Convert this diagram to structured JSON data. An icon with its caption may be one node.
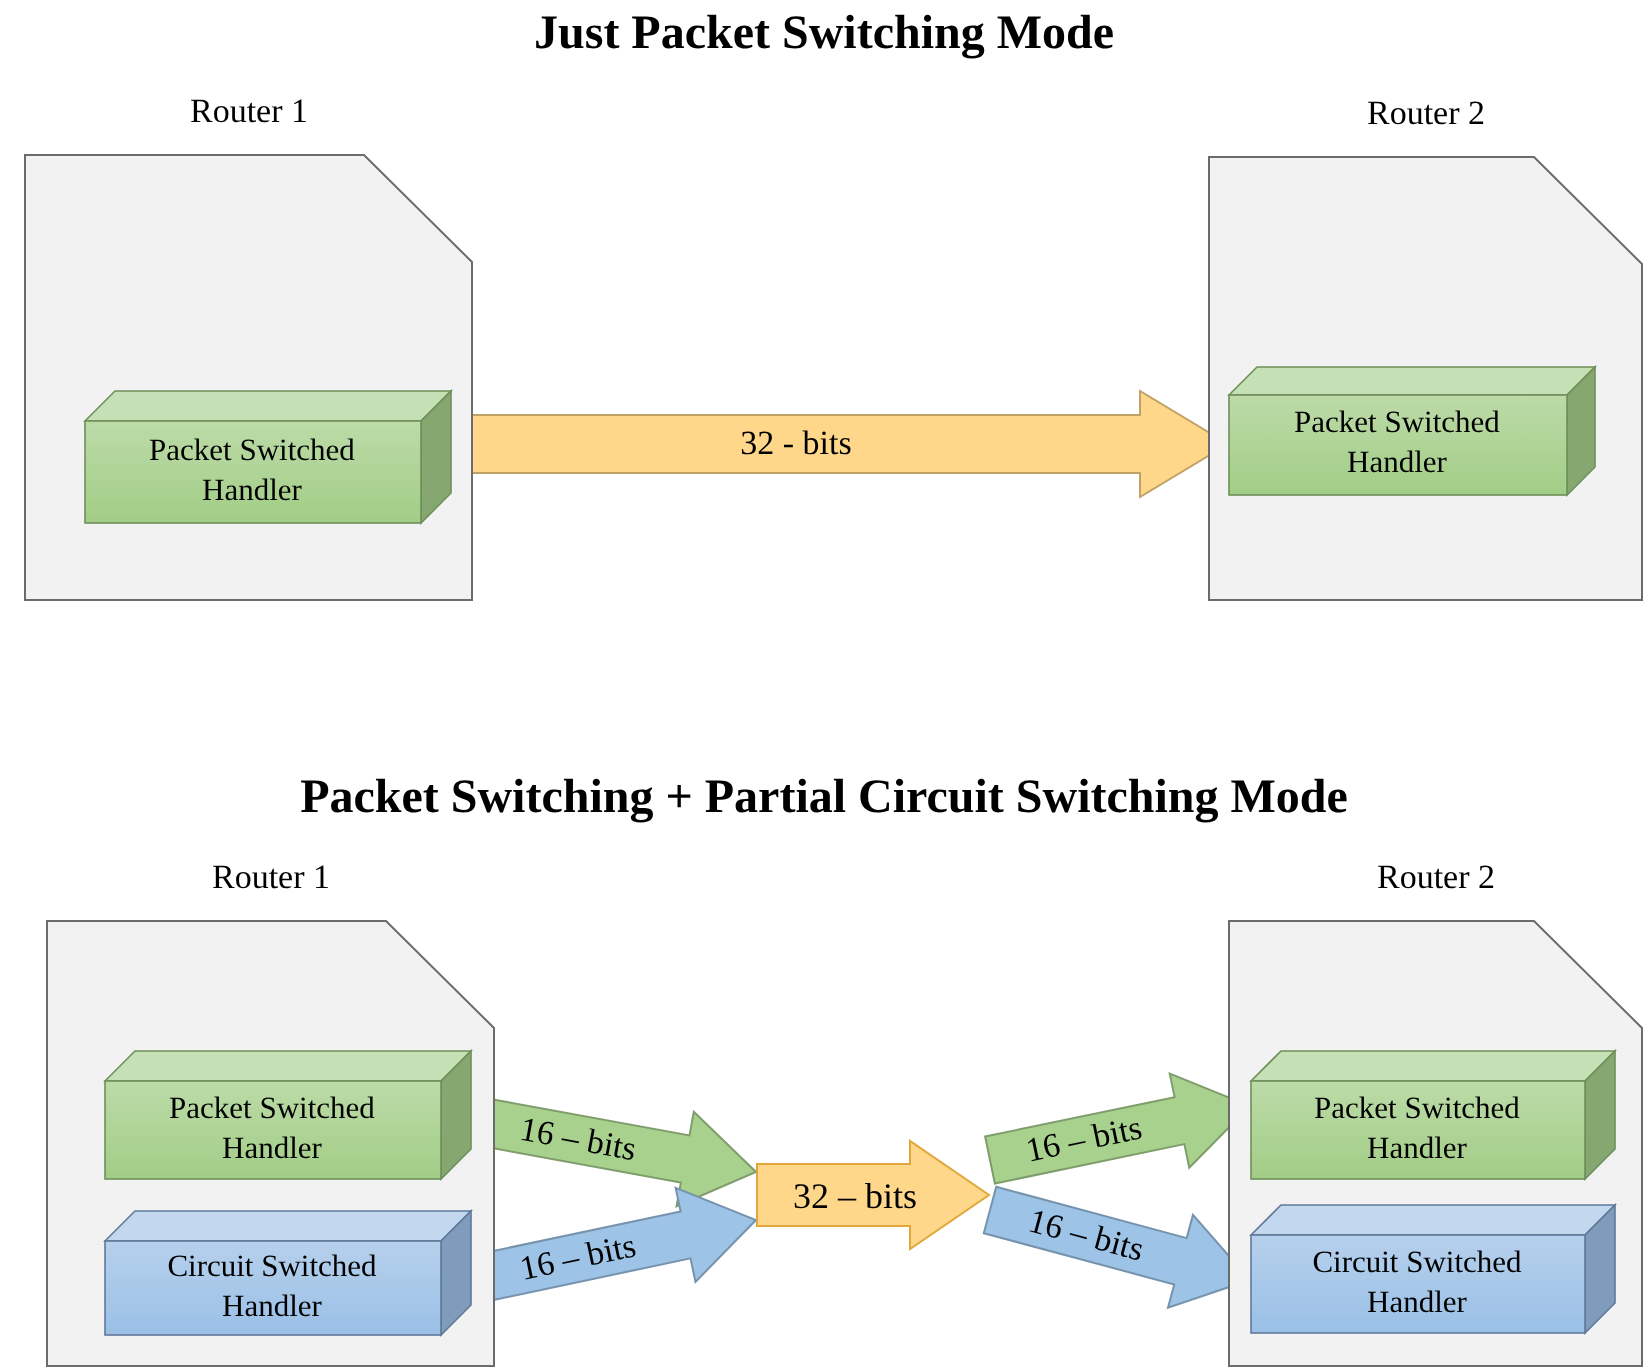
{
  "diagram": {
    "title": "Just Packet Switching Mode",
    "nodes": [
      {
        "text": [
          "Router 1"
        ]
      },
      {
        "text": [
          "Packet Switched Handler"
        ],
        "in": 0
      },
      {
        "text": [
          "Router 2"
        ]
      },
      {
        "text": [
          "Packet Switched Handler"
        ],
        "in": 2
      },
      {
        "text": [
          "Router 1"
        ]
      },
      {
        "text": [
          "Packet Switched Handler"
        ],
        "in": 4
      },
      {
        "text": [
          "Circuit Switched Handler"
        ],
        "in": 4
      },
      {
        "text": [
          "32 – bits"
        ]
      },
      {
        "text": [
          "Router 2"
        ]
      },
      {
        "text": [
          "Packet Switched Handler"
        ],
        "in": 8
      },
      {
        "text": [
          "Circuit Switched Handler"
        ],
        "in": 8
      }
    ],
    "edges": [
      {
        "from": 1,
        "to": 3,
        "arrow": "to",
        "label": "32 - bits",
        "style": "thick",
        "color": "#ffd78a"
      },
      {
        "from": 5,
        "to": 7,
        "arrow": "to",
        "label": "16 – bits",
        "style": "thick",
        "color": "#a9d18e"
      },
      {
        "from": 6,
        "to": 7,
        "arrow": "to",
        "label": "16 – bits",
        "style": "thick",
        "color": "#9dc3e6"
      },
      {
        "from": 7,
        "to": 9,
        "arrow": "to",
        "label": "16 – bits",
        "style": "thick",
        "color": "#a9d18e"
      },
      {
        "from": 7,
        "to": 10,
        "arrow": "to",
        "label": "16 – bits",
        "style": "thick",
        "color": "#9dc3e6"
      }
    ],
    "labels": [
      "Packet Switching + Partial Circuit Switching Mode"
    ]
  }
}
